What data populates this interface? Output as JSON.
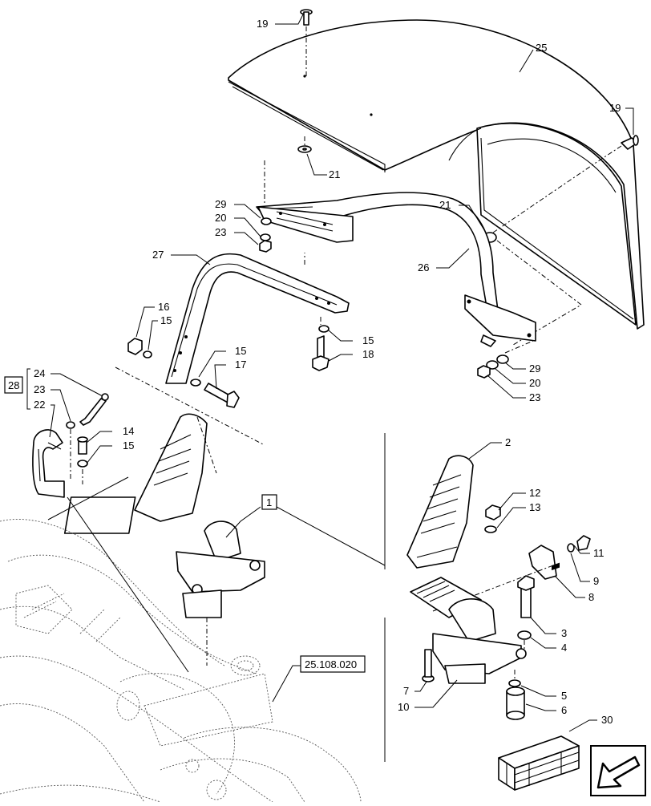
{
  "callouts": [
    {
      "id": "c19a",
      "text": "19"
    },
    {
      "id": "c25",
      "text": "25"
    },
    {
      "id": "c19b",
      "text": "19"
    },
    {
      "id": "c21a",
      "text": "21"
    },
    {
      "id": "c21b",
      "text": "21"
    },
    {
      "id": "c29a",
      "text": "29"
    },
    {
      "id": "c20a",
      "text": "20"
    },
    {
      "id": "c23a",
      "text": "23"
    },
    {
      "id": "c27",
      "text": "27"
    },
    {
      "id": "c26",
      "text": "26"
    },
    {
      "id": "c16",
      "text": "16"
    },
    {
      "id": "c15a",
      "text": "15"
    },
    {
      "id": "c15b",
      "text": "15"
    },
    {
      "id": "c17",
      "text": "17"
    },
    {
      "id": "c15c",
      "text": "15"
    },
    {
      "id": "c18",
      "text": "18"
    },
    {
      "id": "c29b",
      "text": "29"
    },
    {
      "id": "c20b",
      "text": "20"
    },
    {
      "id": "c23b",
      "text": "23"
    },
    {
      "id": "c24",
      "text": "24"
    },
    {
      "id": "c23c",
      "text": "23"
    },
    {
      "id": "c22",
      "text": "22"
    },
    {
      "id": "c14",
      "text": "14"
    },
    {
      "id": "c15d",
      "text": "15"
    },
    {
      "id": "c2",
      "text": "2"
    },
    {
      "id": "c12",
      "text": "12"
    },
    {
      "id": "c13",
      "text": "13"
    },
    {
      "id": "c11",
      "text": "11"
    },
    {
      "id": "c9",
      "text": "9"
    },
    {
      "id": "c8",
      "text": "8"
    },
    {
      "id": "c3",
      "text": "3"
    },
    {
      "id": "c4",
      "text": "4"
    },
    {
      "id": "c5",
      "text": "5"
    },
    {
      "id": "c6",
      "text": "6"
    },
    {
      "id": "c7",
      "text": "7"
    },
    {
      "id": "c10",
      "text": "10"
    },
    {
      "id": "c30",
      "text": "30"
    }
  ],
  "boxed_labels": {
    "kit_ref": "28",
    "assembly_ref": "1",
    "section_ref": "25.108.020"
  },
  "icons": {
    "nav_arrow": "arrow-down-left-icon",
    "kit_box": "crate-icon"
  }
}
